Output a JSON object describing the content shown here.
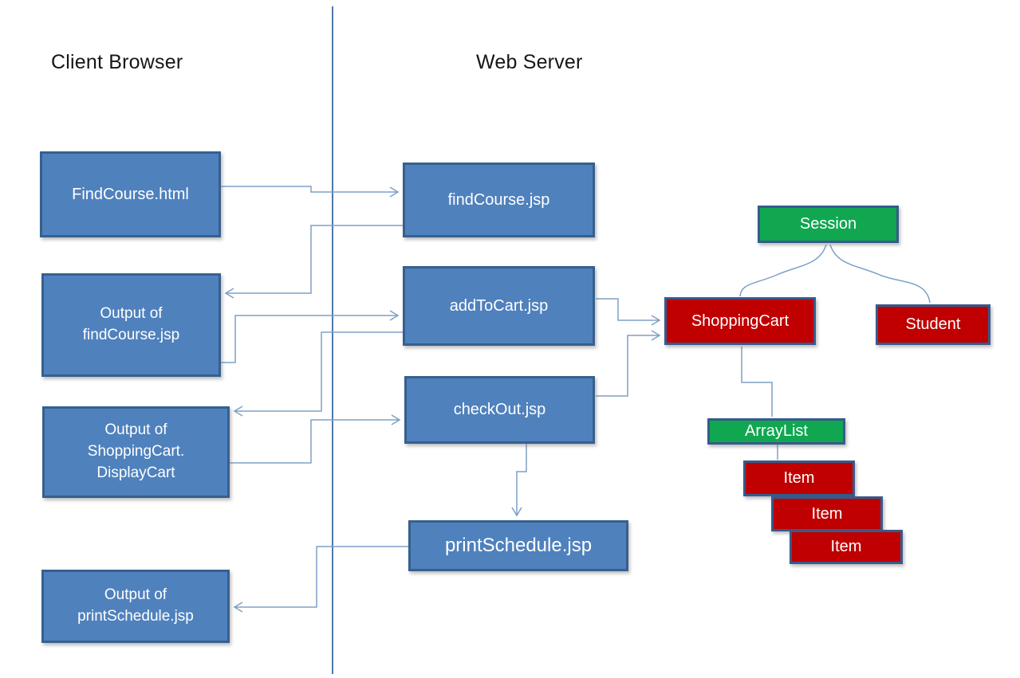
{
  "titles": {
    "client": "Client Browser",
    "server": "Web Server"
  },
  "colors": {
    "blue-fill": "#4f81bd",
    "blue-border": "#36608e",
    "green-fill": "#10a750",
    "red-fill": "#c00000",
    "accent-border": "#365a8c",
    "connector": "#7ea0c6",
    "divider": "#4d7aa9",
    "box-text": "#ffffff",
    "title-text": "#161616",
    "bg": "#ffffff"
  },
  "nodes": {
    "findcourse_html": {
      "label": "FindCourse.html"
    },
    "output_findcourse": {
      "label": "Output of\nfindCourse.jsp"
    },
    "output_shoppingcart": {
      "label": "Output of\nShoppingCart.\nDisplayCart"
    },
    "output_printschedule": {
      "label": "Output of\nprintSchedule.jsp"
    },
    "findcourse_jsp": {
      "label": "findCourse.jsp"
    },
    "addtocart_jsp": {
      "label": "addToCart.jsp"
    },
    "checkout_jsp": {
      "label": "checkOut.jsp"
    },
    "printschedule_jsp": {
      "label": "printSchedule.jsp"
    },
    "session": {
      "label": "Session"
    },
    "shoppingcart": {
      "label": "ShoppingCart"
    },
    "student": {
      "label": "Student"
    },
    "arraylist": {
      "label": "ArrayList"
    },
    "item1": {
      "label": "Item"
    },
    "item2": {
      "label": "Item"
    },
    "item3": {
      "label": "Item"
    }
  }
}
